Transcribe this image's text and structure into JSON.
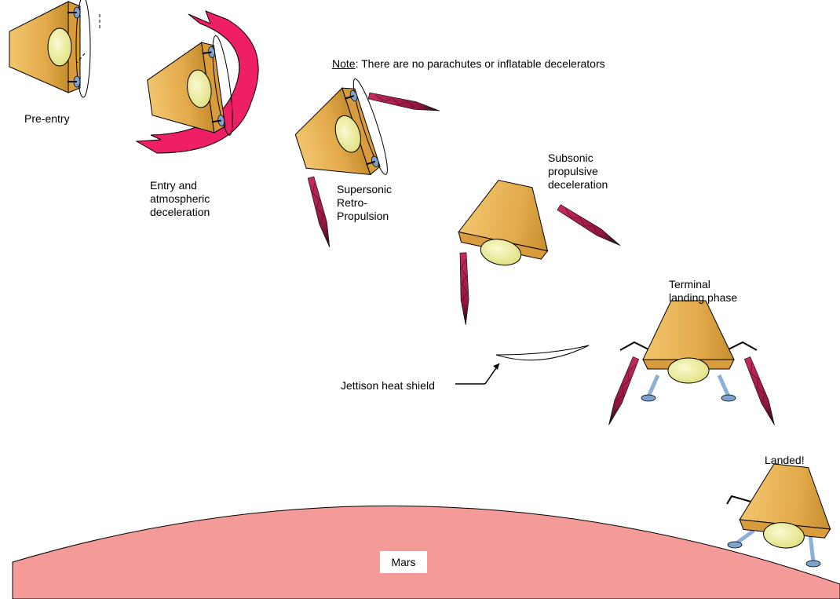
{
  "note": {
    "prefix": "Note",
    "text": ":  There are no parachutes or inflatable decelerators"
  },
  "stages": {
    "pre_entry": "Pre-entry",
    "entry": "Entry and\natmospheric\ndeceleration",
    "supersonic": "Supersonic\nRetro-\nPropulsion",
    "subsonic": "Subsonic\npropulsive\ndeceleration",
    "terminal": "Terminal\nlanding phase",
    "jettison": "Jettison heat shield",
    "landed": "Landed!"
  },
  "planet": {
    "label": "Mars"
  },
  "colors": {
    "capsule": "#e8b45a",
    "capsule_shade": "#c98f2e",
    "window": "#ecec98",
    "plume": "#a8194a",
    "plasma": "#ee1f66",
    "mars": "#f49a98",
    "leg": "#8cb0d8"
  }
}
